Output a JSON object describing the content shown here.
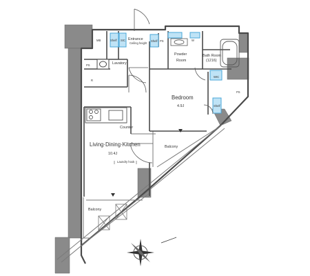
{
  "floor_plan": {
    "rooms": {
      "mb": "MB",
      "shelf": "Shelf",
      "sic": "SIC",
      "entrance_line1": "Entrance",
      "entrance_line2": "Ceiling height",
      "shelf_upper": "Shelf",
      "ps_top": "PS",
      "lavatory": "Lavatory",
      "washer_room": "W",
      "powder_line1": "Powder",
      "powder_line2": "Room",
      "bath_line1": "Bath Room",
      "bath_line2": "(1216)",
      "ps_left": "PS",
      "refrigerator": "R",
      "bedroom_name": "Bedroom",
      "bedroom_size": "4.9J",
      "wic": "WIC",
      "bedroom_shelf": "Shelf",
      "ps_right": "PS",
      "counter": "Counter",
      "balcony_inner": "Balcony",
      "living_name": "Living·Dining·Kitchen",
      "living_size": "10.4J",
      "laundry_hook": "Laundry hook",
      "balcony_lower": "Balcony"
    },
    "symbols": {
      "compass": "north-arrow",
      "door_swing": "door-swing-arc",
      "window_marker": "window-marker-triangle"
    },
    "colors": {
      "structure": "#8a8a8a",
      "wall": "#4a4a4a",
      "fixture_blue": "#4aa7d8",
      "fixture_light": "#bfe3f6"
    }
  }
}
